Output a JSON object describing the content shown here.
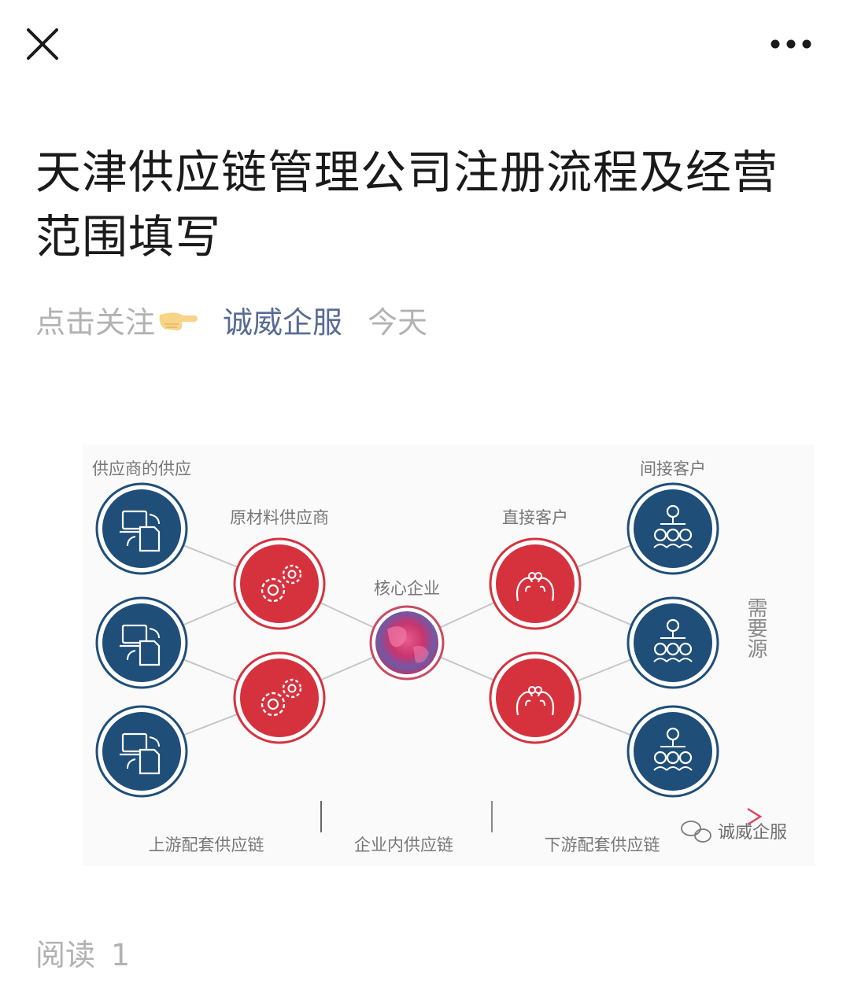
{
  "header": {
    "close_icon": "close-icon",
    "more_icon": "more-horizontal-icon"
  },
  "article": {
    "title": "天津供应链管理公司注册流程及经营范围填写",
    "meta_prefix": "点击关注",
    "meta_icon": "pointing-hand-emoji",
    "account_name": "诚威企服",
    "date": "今天"
  },
  "diagram": {
    "labels": {
      "supplier_of_supplier": "供应商的供应",
      "raw_material_supplier": "原材料供应商",
      "core_enterprise": "核心企业",
      "direct_customer": "直接客户",
      "indirect_customer": "间接客户",
      "side_text": "需要源"
    },
    "segments": [
      "上游配套供应链",
      "企业内供应链",
      "下游配套供应链"
    ],
    "watermark": "诚威企服",
    "colors": {
      "navy": "#1f4e79",
      "red": "#d6323e"
    }
  },
  "footer": {
    "read_label": "阅读",
    "read_count": "1"
  }
}
